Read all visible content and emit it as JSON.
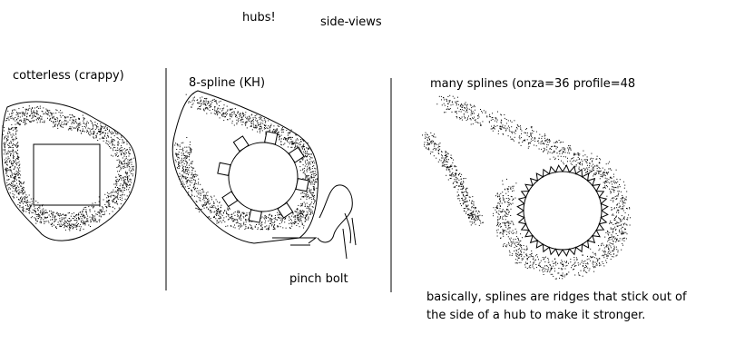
{
  "header": {
    "title": "hubs!",
    "subtitle": "side-views"
  },
  "panels": [
    {
      "label": "cotterless (crappy)"
    },
    {
      "label": "8-spline (KH)",
      "annotation": "pinch bolt"
    },
    {
      "label": "many splines (onza=36 profile=48"
    }
  ],
  "caption": {
    "line1": "basically, splines are ridges that stick out of",
    "line2": "the side of a hub to make it stronger."
  },
  "colors": {
    "ink": "#000000",
    "background": "#ffffff"
  }
}
